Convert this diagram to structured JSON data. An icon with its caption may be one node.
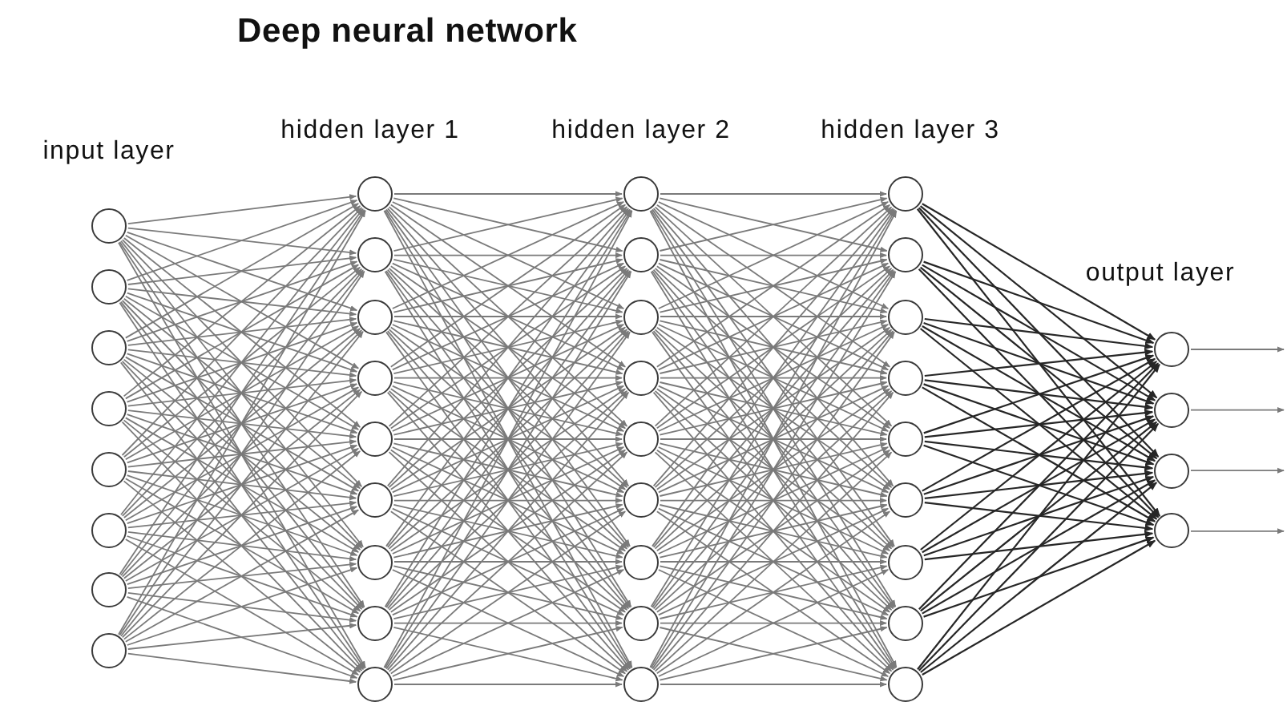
{
  "diagram": {
    "title": "Deep neural network",
    "nodes": [
      {
        "text": [],
        "shape": "circle"
      },
      {
        "text": [],
        "shape": "circle"
      },
      {
        "text": [],
        "shape": "circle"
      },
      {
        "text": [],
        "shape": "circle"
      },
      {
        "text": [],
        "shape": "circle"
      },
      {
        "text": [],
        "shape": "circle"
      },
      {
        "text": [],
        "shape": "circle"
      },
      {
        "text": [],
        "shape": "circle"
      },
      {
        "text": [],
        "shape": "circle"
      },
      {
        "text": [],
        "shape": "circle"
      },
      {
        "text": [],
        "shape": "circle"
      },
      {
        "text": [],
        "shape": "circle"
      },
      {
        "text": [],
        "shape": "circle"
      },
      {
        "text": [],
        "shape": "circle"
      },
      {
        "text": [],
        "shape": "circle"
      },
      {
        "text": [],
        "shape": "circle"
      },
      {
        "text": [],
        "shape": "circle"
      },
      {
        "text": [],
        "shape": "circle"
      },
      {
        "text": [],
        "shape": "circle"
      },
      {
        "text": [],
        "shape": "circle"
      },
      {
        "text": [],
        "shape": "circle"
      },
      {
        "text": [],
        "shape": "circle"
      },
      {
        "text": [],
        "shape": "circle"
      },
      {
        "text": [],
        "shape": "circle"
      },
      {
        "text": [],
        "shape": "circle"
      },
      {
        "text": [],
        "shape": "circle"
      },
      {
        "text": [],
        "shape": "circle"
      },
      {
        "text": [],
        "shape": "circle"
      },
      {
        "text": [],
        "shape": "circle"
      },
      {
        "text": [],
        "shape": "circle"
      },
      {
        "text": [],
        "shape": "circle"
      },
      {
        "text": [],
        "shape": "circle"
      },
      {
        "text": [],
        "shape": "circle"
      },
      {
        "text": [],
        "shape": "circle"
      },
      {
        "text": [],
        "shape": "circle"
      },
      {
        "text": [],
        "shape": "circle"
      },
      {
        "text": [],
        "shape": "circle"
      },
      {
        "text": [],
        "shape": "circle"
      },
      {
        "text": [],
        "shape": "circle"
      }
    ],
    "edges": [
      {
        "from": 0,
        "to": 8,
        "arrow": "to"
      },
      {
        "from": 0,
        "to": 9,
        "arrow": "to"
      },
      {
        "from": 0,
        "to": 10,
        "arrow": "to"
      },
      {
        "from": 0,
        "to": 11,
        "arrow": "to"
      },
      {
        "from": 0,
        "to": 12,
        "arrow": "to"
      },
      {
        "from": 0,
        "to": 13,
        "arrow": "to"
      },
      {
        "from": 0,
        "to": 14,
        "arrow": "to"
      },
      {
        "from": 0,
        "to": 15,
        "arrow": "to"
      },
      {
        "from": 0,
        "to": 16,
        "arrow": "to"
      },
      {
        "from": 1,
        "to": 8,
        "arrow": "to"
      },
      {
        "from": 1,
        "to": 9,
        "arrow": "to"
      },
      {
        "from": 1,
        "to": 10,
        "arrow": "to"
      },
      {
        "from": 1,
        "to": 11,
        "arrow": "to"
      },
      {
        "from": 1,
        "to": 12,
        "arrow": "to"
      },
      {
        "from": 1,
        "to": 13,
        "arrow": "to"
      },
      {
        "from": 1,
        "to": 14,
        "arrow": "to"
      },
      {
        "from": 1,
        "to": 15,
        "arrow": "to"
      },
      {
        "from": 1,
        "to": 16,
        "arrow": "to"
      },
      {
        "from": 2,
        "to": 8,
        "arrow": "to"
      },
      {
        "from": 2,
        "to": 9,
        "arrow": "to"
      },
      {
        "from": 2,
        "to": 10,
        "arrow": "to"
      },
      {
        "from": 2,
        "to": 11,
        "arrow": "to"
      },
      {
        "from": 2,
        "to": 12,
        "arrow": "to"
      },
      {
        "from": 2,
        "to": 13,
        "arrow": "to"
      },
      {
        "from": 2,
        "to": 14,
        "arrow": "to"
      },
      {
        "from": 2,
        "to": 15,
        "arrow": "to"
      },
      {
        "from": 2,
        "to": 16,
        "arrow": "to"
      },
      {
        "from": 3,
        "to": 8,
        "arrow": "to"
      },
      {
        "from": 3,
        "to": 9,
        "arrow": "to"
      },
      {
        "from": 3,
        "to": 10,
        "arrow": "to"
      },
      {
        "from": 3,
        "to": 11,
        "arrow": "to"
      },
      {
        "from": 3,
        "to": 12,
        "arrow": "to"
      },
      {
        "from": 3,
        "to": 13,
        "arrow": "to"
      },
      {
        "from": 3,
        "to": 14,
        "arrow": "to"
      },
      {
        "from": 3,
        "to": 15,
        "arrow": "to"
      },
      {
        "from": 3,
        "to": 16,
        "arrow": "to"
      },
      {
        "from": 4,
        "to": 8,
        "arrow": "to"
      },
      {
        "from": 4,
        "to": 9,
        "arrow": "to"
      },
      {
        "from": 4,
        "to": 10,
        "arrow": "to"
      },
      {
        "from": 4,
        "to": 11,
        "arrow": "to"
      },
      {
        "from": 4,
        "to": 12,
        "arrow": "to"
      },
      {
        "from": 4,
        "to": 13,
        "arrow": "to"
      },
      {
        "from": 4,
        "to": 14,
        "arrow": "to"
      },
      {
        "from": 4,
        "to": 15,
        "arrow": "to"
      },
      {
        "from": 4,
        "to": 16,
        "arrow": "to"
      },
      {
        "from": 5,
        "to": 8,
        "arrow": "to"
      },
      {
        "from": 5,
        "to": 9,
        "arrow": "to"
      },
      {
        "from": 5,
        "to": 10,
        "arrow": "to"
      },
      {
        "from": 5,
        "to": 11,
        "arrow": "to"
      },
      {
        "from": 5,
        "to": 12,
        "arrow": "to"
      },
      {
        "from": 5,
        "to": 13,
        "arrow": "to"
      },
      {
        "from": 5,
        "to": 14,
        "arrow": "to"
      },
      {
        "from": 5,
        "to": 15,
        "arrow": "to"
      },
      {
        "from": 5,
        "to": 16,
        "arrow": "to"
      },
      {
        "from": 6,
        "to": 8,
        "arrow": "to"
      },
      {
        "from": 6,
        "to": 9,
        "arrow": "to"
      },
      {
        "from": 6,
        "to": 10,
        "arrow": "to"
      },
      {
        "from": 6,
        "to": 11,
        "arrow": "to"
      },
      {
        "from": 6,
        "to": 12,
        "arrow": "to"
      },
      {
        "from": 6,
        "to": 13,
        "arrow": "to"
      },
      {
        "from": 6,
        "to": 14,
        "arrow": "to"
      },
      {
        "from": 6,
        "to": 15,
        "arrow": "to"
      },
      {
        "from": 6,
        "to": 16,
        "arrow": "to"
      },
      {
        "from": 7,
        "to": 8,
        "arrow": "to"
      },
      {
        "from": 7,
        "to": 9,
        "arrow": "to"
      },
      {
        "from": 7,
        "to": 10,
        "arrow": "to"
      },
      {
        "from": 7,
        "to": 11,
        "arrow": "to"
      },
      {
        "from": 7,
        "to": 12,
        "arrow": "to"
      },
      {
        "from": 7,
        "to": 13,
        "arrow": "to"
      },
      {
        "from": 7,
        "to": 14,
        "arrow": "to"
      },
      {
        "from": 7,
        "to": 15,
        "arrow": "to"
      },
      {
        "from": 7,
        "to": 16,
        "arrow": "to"
      },
      {
        "from": 8,
        "to": 17,
        "arrow": "to"
      },
      {
        "from": 8,
        "to": 18,
        "arrow": "to"
      },
      {
        "from": 8,
        "to": 19,
        "arrow": "to"
      },
      {
        "from": 8,
        "to": 20,
        "arrow": "to"
      },
      {
        "from": 8,
        "to": 21,
        "arrow": "to"
      },
      {
        "from": 8,
        "to": 22,
        "arrow": "to"
      },
      {
        "from": 8,
        "to": 23,
        "arrow": "to"
      },
      {
        "from": 8,
        "to": 24,
        "arrow": "to"
      },
      {
        "from": 8,
        "to": 25,
        "arrow": "to"
      },
      {
        "from": 9,
        "to": 17,
        "arrow": "to"
      },
      {
        "from": 9,
        "to": 18,
        "arrow": "to"
      },
      {
        "from": 9,
        "to": 19,
        "arrow": "to"
      },
      {
        "from": 9,
        "to": 20,
        "arrow": "to"
      },
      {
        "from": 9,
        "to": 21,
        "arrow": "to"
      },
      {
        "from": 9,
        "to": 22,
        "arrow": "to"
      },
      {
        "from": 9,
        "to": 23,
        "arrow": "to"
      },
      {
        "from": 9,
        "to": 24,
        "arrow": "to"
      },
      {
        "from": 9,
        "to": 25,
        "arrow": "to"
      },
      {
        "from": 10,
        "to": 17,
        "arrow": "to"
      },
      {
        "from": 10,
        "to": 18,
        "arrow": "to"
      },
      {
        "from": 10,
        "to": 19,
        "arrow": "to"
      },
      {
        "from": 10,
        "to": 20,
        "arrow": "to"
      },
      {
        "from": 10,
        "to": 21,
        "arrow": "to"
      },
      {
        "from": 10,
        "to": 22,
        "arrow": "to"
      },
      {
        "from": 10,
        "to": 23,
        "arrow": "to"
      },
      {
        "from": 10,
        "to": 24,
        "arrow": "to"
      },
      {
        "from": 10,
        "to": 25,
        "arrow": "to"
      },
      {
        "from": 11,
        "to": 17,
        "arrow": "to"
      },
      {
        "from": 11,
        "to": 18,
        "arrow": "to"
      },
      {
        "from": 11,
        "to": 19,
        "arrow": "to"
      },
      {
        "from": 11,
        "to": 20,
        "arrow": "to"
      },
      {
        "from": 11,
        "to": 21,
        "arrow": "to"
      },
      {
        "from": 11,
        "to": 22,
        "arrow": "to"
      },
      {
        "from": 11,
        "to": 23,
        "arrow": "to"
      },
      {
        "from": 11,
        "to": 24,
        "arrow": "to"
      },
      {
        "from": 11,
        "to": 25,
        "arrow": "to"
      },
      {
        "from": 12,
        "to": 17,
        "arrow": "to"
      },
      {
        "from": 12,
        "to": 18,
        "arrow": "to"
      },
      {
        "from": 12,
        "to": 19,
        "arrow": "to"
      },
      {
        "from": 12,
        "to": 20,
        "arrow": "to"
      },
      {
        "from": 12,
        "to": 21,
        "arrow": "to"
      },
      {
        "from": 12,
        "to": 22,
        "arrow": "to"
      },
      {
        "from": 12,
        "to": 23,
        "arrow": "to"
      },
      {
        "from": 12,
        "to": 24,
        "arrow": "to"
      },
      {
        "from": 12,
        "to": 25,
        "arrow": "to"
      },
      {
        "from": 13,
        "to": 17,
        "arrow": "to"
      },
      {
        "from": 13,
        "to": 18,
        "arrow": "to"
      },
      {
        "from": 13,
        "to": 19,
        "arrow": "to"
      },
      {
        "from": 13,
        "to": 20,
        "arrow": "to"
      },
      {
        "from": 13,
        "to": 21,
        "arrow": "to"
      },
      {
        "from": 13,
        "to": 22,
        "arrow": "to"
      },
      {
        "from": 13,
        "to": 23,
        "arrow": "to"
      },
      {
        "from": 13,
        "to": 24,
        "arrow": "to"
      },
      {
        "from": 13,
        "to": 25,
        "arrow": "to"
      },
      {
        "from": 14,
        "to": 17,
        "arrow": "to"
      },
      {
        "from": 14,
        "to": 18,
        "arrow": "to"
      },
      {
        "from": 14,
        "to": 19,
        "arrow": "to"
      },
      {
        "from": 14,
        "to": 20,
        "arrow": "to"
      },
      {
        "from": 14,
        "to": 21,
        "arrow": "to"
      },
      {
        "from": 14,
        "to": 22,
        "arrow": "to"
      },
      {
        "from": 14,
        "to": 23,
        "arrow": "to"
      },
      {
        "from": 14,
        "to": 24,
        "arrow": "to"
      },
      {
        "from": 14,
        "to": 25,
        "arrow": "to"
      },
      {
        "from": 15,
        "to": 17,
        "arrow": "to"
      },
      {
        "from": 15,
        "to": 18,
        "arrow": "to"
      },
      {
        "from": 15,
        "to": 19,
        "arrow": "to"
      },
      {
        "from": 15,
        "to": 20,
        "arrow": "to"
      },
      {
        "from": 15,
        "to": 21,
        "arrow": "to"
      },
      {
        "from": 15,
        "to": 22,
        "arrow": "to"
      },
      {
        "from": 15,
        "to": 23,
        "arrow": "to"
      },
      {
        "from": 15,
        "to": 24,
        "arrow": "to"
      },
      {
        "from": 15,
        "to": 25,
        "arrow": "to"
      },
      {
        "from": 16,
        "to": 17,
        "arrow": "to"
      },
      {
        "from": 16,
        "to": 18,
        "arrow": "to"
      },
      {
        "from": 16,
        "to": 19,
        "arrow": "to"
      },
      {
        "from": 16,
        "to": 20,
        "arrow": "to"
      },
      {
        "from": 16,
        "to": 21,
        "arrow": "to"
      },
      {
        "from": 16,
        "to": 22,
        "arrow": "to"
      },
      {
        "from": 16,
        "to": 23,
        "arrow": "to"
      },
      {
        "from": 16,
        "to": 24,
        "arrow": "to"
      },
      {
        "from": 16,
        "to": 25,
        "arrow": "to"
      },
      {
        "from": 17,
        "to": 26,
        "arrow": "to"
      },
      {
        "from": 17,
        "to": 27,
        "arrow": "to"
      },
      {
        "from": 17,
        "to": 28,
        "arrow": "to"
      },
      {
        "from": 17,
        "to": 29,
        "arrow": "to"
      },
      {
        "from": 17,
        "to": 30,
        "arrow": "to"
      },
      {
        "from": 17,
        "to": 31,
        "arrow": "to"
      },
      {
        "from": 17,
        "to": 32,
        "arrow": "to"
      },
      {
        "from": 17,
        "to": 33,
        "arrow": "to"
      },
      {
        "from": 17,
        "to": 34,
        "arrow": "to"
      },
      {
        "from": 18,
        "to": 26,
        "arrow": "to"
      },
      {
        "from": 18,
        "to": 27,
        "arrow": "to"
      },
      {
        "from": 18,
        "to": 28,
        "arrow": "to"
      },
      {
        "from": 18,
        "to": 29,
        "arrow": "to"
      },
      {
        "from": 18,
        "to": 30,
        "arrow": "to"
      },
      {
        "from": 18,
        "to": 31,
        "arrow": "to"
      },
      {
        "from": 18,
        "to": 32,
        "arrow": "to"
      },
      {
        "from": 18,
        "to": 33,
        "arrow": "to"
      },
      {
        "from": 18,
        "to": 34,
        "arrow": "to"
      },
      {
        "from": 19,
        "to": 26,
        "arrow": "to"
      },
      {
        "from": 19,
        "to": 27,
        "arrow": "to"
      },
      {
        "from": 19,
        "to": 28,
        "arrow": "to"
      },
      {
        "from": 19,
        "to": 29,
        "arrow": "to"
      },
      {
        "from": 19,
        "to": 30,
        "arrow": "to"
      },
      {
        "from": 19,
        "to": 31,
        "arrow": "to"
      },
      {
        "from": 19,
        "to": 32,
        "arrow": "to"
      },
      {
        "from": 19,
        "to": 33,
        "arrow": "to"
      },
      {
        "from": 19,
        "to": 34,
        "arrow": "to"
      },
      {
        "from": 20,
        "to": 26,
        "arrow": "to"
      },
      {
        "from": 20,
        "to": 27,
        "arrow": "to"
      },
      {
        "from": 20,
        "to": 28,
        "arrow": "to"
      },
      {
        "from": 20,
        "to": 29,
        "arrow": "to"
      },
      {
        "from": 20,
        "to": 30,
        "arrow": "to"
      },
      {
        "from": 20,
        "to": 31,
        "arrow": "to"
      },
      {
        "from": 20,
        "to": 32,
        "arrow": "to"
      },
      {
        "from": 20,
        "to": 33,
        "arrow": "to"
      },
      {
        "from": 20,
        "to": 34,
        "arrow": "to"
      },
      {
        "from": 21,
        "to": 26,
        "arrow": "to"
      },
      {
        "from": 21,
        "to": 27,
        "arrow": "to"
      },
      {
        "from": 21,
        "to": 28,
        "arrow": "to"
      },
      {
        "from": 21,
        "to": 29,
        "arrow": "to"
      },
      {
        "from": 21,
        "to": 30,
        "arrow": "to"
      },
      {
        "from": 21,
        "to": 31,
        "arrow": "to"
      },
      {
        "from": 21,
        "to": 32,
        "arrow": "to"
      },
      {
        "from": 21,
        "to": 33,
        "arrow": "to"
      },
      {
        "from": 21,
        "to": 34,
        "arrow": "to"
      },
      {
        "from": 22,
        "to": 26,
        "arrow": "to"
      },
      {
        "from": 22,
        "to": 27,
        "arrow": "to"
      },
      {
        "from": 22,
        "to": 28,
        "arrow": "to"
      },
      {
        "from": 22,
        "to": 29,
        "arrow": "to"
      },
      {
        "from": 22,
        "to": 30,
        "arrow": "to"
      },
      {
        "from": 22,
        "to": 31,
        "arrow": "to"
      },
      {
        "from": 22,
        "to": 32,
        "arrow": "to"
      },
      {
        "from": 22,
        "to": 33,
        "arrow": "to"
      },
      {
        "from": 22,
        "to": 34,
        "arrow": "to"
      },
      {
        "from": 23,
        "to": 26,
        "arrow": "to"
      },
      {
        "from": 23,
        "to": 27,
        "arrow": "to"
      },
      {
        "from": 23,
        "to": 28,
        "arrow": "to"
      },
      {
        "from": 23,
        "to": 29,
        "arrow": "to"
      },
      {
        "from": 23,
        "to": 30,
        "arrow": "to"
      },
      {
        "from": 23,
        "to": 31,
        "arrow": "to"
      },
      {
        "from": 23,
        "to": 32,
        "arrow": "to"
      },
      {
        "from": 23,
        "to": 33,
        "arrow": "to"
      },
      {
        "from": 23,
        "to": 34,
        "arrow": "to"
      },
      {
        "from": 24,
        "to": 26,
        "arrow": "to"
      },
      {
        "from": 24,
        "to": 27,
        "arrow": "to"
      },
      {
        "from": 24,
        "to": 28,
        "arrow": "to"
      },
      {
        "from": 24,
        "to": 29,
        "arrow": "to"
      },
      {
        "from": 24,
        "to": 30,
        "arrow": "to"
      },
      {
        "from": 24,
        "to": 31,
        "arrow": "to"
      },
      {
        "from": 24,
        "to": 32,
        "arrow": "to"
      },
      {
        "from": 24,
        "to": 33,
        "arrow": "to"
      },
      {
        "from": 24,
        "to": 34,
        "arrow": "to"
      },
      {
        "from": 25,
        "to": 26,
        "arrow": "to"
      },
      {
        "from": 25,
        "to": 27,
        "arrow": "to"
      },
      {
        "from": 25,
        "to": 28,
        "arrow": "to"
      },
      {
        "from": 25,
        "to": 29,
        "arrow": "to"
      },
      {
        "from": 25,
        "to": 30,
        "arrow": "to"
      },
      {
        "from": 25,
        "to": 31,
        "arrow": "to"
      },
      {
        "from": 25,
        "to": 32,
        "arrow": "to"
      },
      {
        "from": 25,
        "to": 33,
        "arrow": "to"
      },
      {
        "from": 25,
        "to": 34,
        "arrow": "to"
      },
      {
        "from": 26,
        "to": 35,
        "arrow": "to",
        "color": "#262626"
      },
      {
        "from": 26,
        "to": 36,
        "arrow": "to",
        "color": "#262626"
      },
      {
        "from": 26,
        "to": 37,
        "arrow": "to",
        "color": "#262626"
      },
      {
        "from": 26,
        "to": 38,
        "arrow": "to",
        "color": "#262626"
      },
      {
        "from": 27,
        "to": 35,
        "arrow": "to",
        "color": "#262626"
      },
      {
        "from": 27,
        "to": 36,
        "arrow": "to",
        "color": "#262626"
      },
      {
        "from": 27,
        "to": 37,
        "arrow": "to",
        "color": "#262626"
      },
      {
        "from": 27,
        "to": 38,
        "arrow": "to",
        "color": "#262626"
      },
      {
        "from": 28,
        "to": 35,
        "arrow": "to",
        "color": "#262626"
      },
      {
        "from": 28,
        "to": 36,
        "arrow": "to",
        "color": "#262626"
      },
      {
        "from": 28,
        "to": 37,
        "arrow": "to",
        "color": "#262626"
      },
      {
        "from": 28,
        "to": 38,
        "arrow": "to",
        "color": "#262626"
      },
      {
        "from": 29,
        "to": 35,
        "arrow": "to",
        "color": "#262626"
      },
      {
        "from": 29,
        "to": 36,
        "arrow": "to",
        "color": "#262626"
      },
      {
        "from": 29,
        "to": 37,
        "arrow": "to",
        "color": "#262626"
      },
      {
        "from": 29,
        "to": 38,
        "arrow": "to",
        "color": "#262626"
      },
      {
        "from": 30,
        "to": 35,
        "arrow": "to",
        "color": "#262626"
      },
      {
        "from": 30,
        "to": 36,
        "arrow": "to",
        "color": "#262626"
      },
      {
        "from": 30,
        "to": 37,
        "arrow": "to",
        "color": "#262626"
      },
      {
        "from": 30,
        "to": 38,
        "arrow": "to",
        "color": "#262626"
      },
      {
        "from": 31,
        "to": 35,
        "arrow": "to",
        "color": "#262626"
      },
      {
        "from": 31,
        "to": 36,
        "arrow": "to",
        "color": "#262626"
      },
      {
        "from": 31,
        "to": 37,
        "arrow": "to",
        "color": "#262626"
      },
      {
        "from": 31,
        "to": 38,
        "arrow": "to",
        "color": "#262626"
      },
      {
        "from": 32,
        "to": 35,
        "arrow": "to",
        "color": "#262626"
      },
      {
        "from": 32,
        "to": 36,
        "arrow": "to",
        "color": "#262626"
      },
      {
        "from": 32,
        "to": 37,
        "arrow": "to",
        "color": "#262626"
      },
      {
        "from": 32,
        "to": 38,
        "arrow": "to",
        "color": "#262626"
      },
      {
        "from": 33,
        "to": 35,
        "arrow": "to",
        "color": "#262626"
      },
      {
        "from": 33,
        "to": 36,
        "arrow": "to",
        "color": "#262626"
      },
      {
        "from": 33,
        "to": 37,
        "arrow": "to",
        "color": "#262626"
      },
      {
        "from": 33,
        "to": 38,
        "arrow": "to",
        "color": "#262626"
      },
      {
        "from": 34,
        "to": 35,
        "arrow": "to",
        "color": "#262626"
      },
      {
        "from": 34,
        "to": 36,
        "arrow": "to",
        "color": "#262626"
      },
      {
        "from": 34,
        "to": 37,
        "arrow": "to",
        "color": "#262626"
      },
      {
        "from": 34,
        "to": 38,
        "arrow": "to",
        "color": "#262626"
      },
      {
        "from": 35,
        "to": null,
        "arrow": "to"
      },
      {
        "from": 36,
        "to": null,
        "arrow": "to"
      },
      {
        "from": 37,
        "to": null,
        "arrow": "to"
      },
      {
        "from": 38,
        "to": null,
        "arrow": "to"
      }
    ],
    "labels": [
      "input layer",
      "hidden layer 1",
      "hidden layer 2",
      "hidden layer 3",
      "output layer"
    ]
  }
}
